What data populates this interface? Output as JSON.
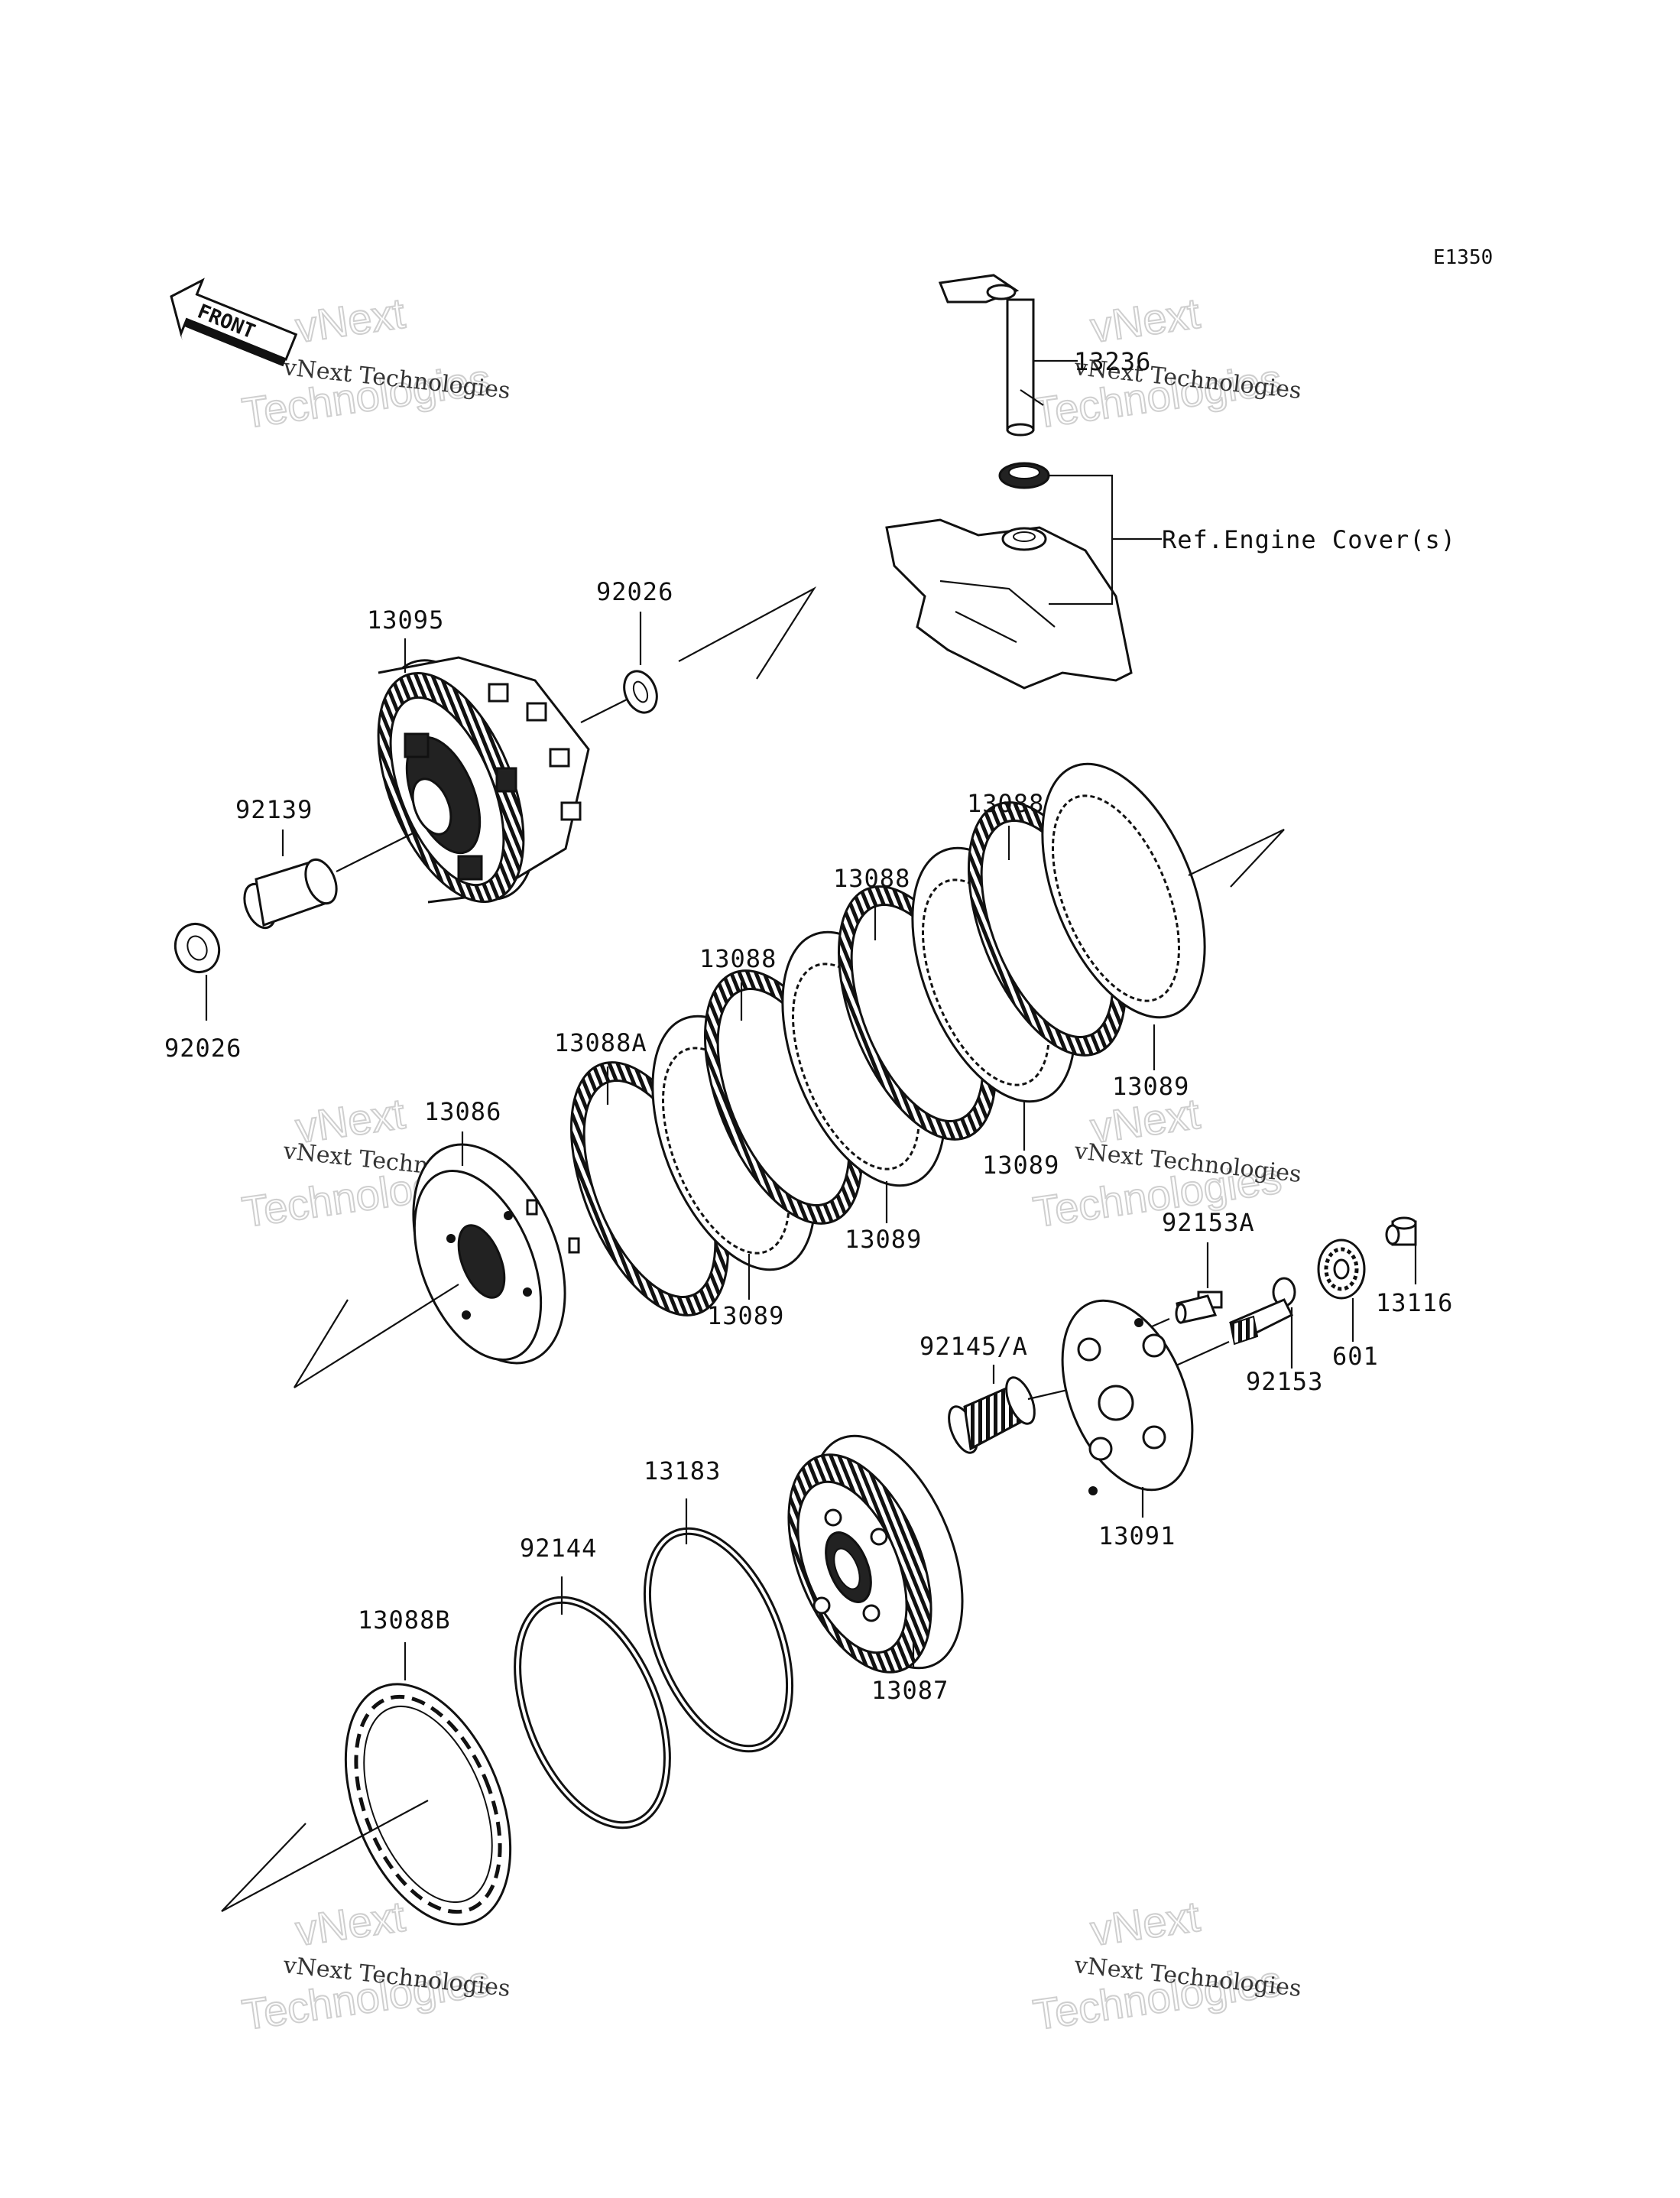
{
  "diagram_code": "E1350",
  "front_label": "FRONT",
  "ref_label": "Ref.Engine Cover(s)",
  "watermark": {
    "line1": "vNext Technologies",
    "line2": "vNext",
    "line3": "Technologies"
  },
  "part_labels": {
    "p13236": "13236",
    "p13095": "13095",
    "p92026_top": "92026",
    "p92139": "92139",
    "p92026_left": "92026",
    "p13088_1": "13088",
    "p13088_2": "13088",
    "p13088_3": "13088",
    "p13088A": "13088A",
    "p13086": "13086",
    "p13089_1": "13089",
    "p13089_2": "13089",
    "p13089_3": "13089",
    "p13089_4": "13089",
    "p92153A": "92153A",
    "p13116": "13116",
    "p92145": "92145/A",
    "p601": "601",
    "p92153": "92153",
    "p13091": "13091",
    "p13183": "13183",
    "p92144": "92144",
    "p13088B": "13088B",
    "p13087": "13087"
  }
}
